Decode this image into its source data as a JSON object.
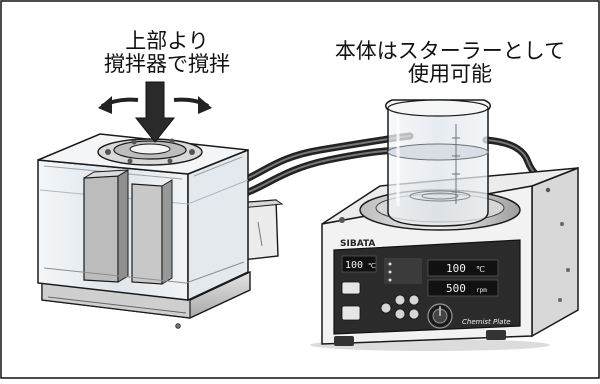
{
  "captions": {
    "left": [
      "上部より",
      "撹拌器で撹拌"
    ],
    "right": [
      "本体はスターラーとして",
      "使用可能"
    ]
  },
  "device": {
    "brand": "SIBATA",
    "display_top": "100",
    "display_mid": "100",
    "display_bottom": "500",
    "unit_c1": "℃",
    "unit_c2": "℃",
    "unit_rpm": "rpm",
    "model_label": "Chemist Plate"
  },
  "colors": {
    "outline": "#1a1a1a",
    "glass": "#e9eef2",
    "panel": "#2b2b2b",
    "metal": "#c9c9c9"
  }
}
